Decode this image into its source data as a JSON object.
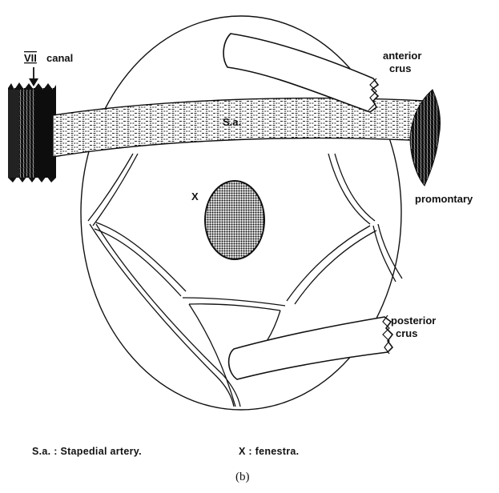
{
  "labels": {
    "vii_numeral": "VII",
    "vii_canal": "canal",
    "anterior_crus_1": "anterior",
    "anterior_crus_2": "crus",
    "stapedial_artery": "S.a.",
    "fenestra_mark": "X",
    "promontary": "promontary",
    "posterior_crus_1": "posterior",
    "posterior_crus_2": "crus"
  },
  "legend": {
    "sa": "S.a. : Stapedial artery.",
    "x": "X : fenestra."
  },
  "caption": "(b)"
}
